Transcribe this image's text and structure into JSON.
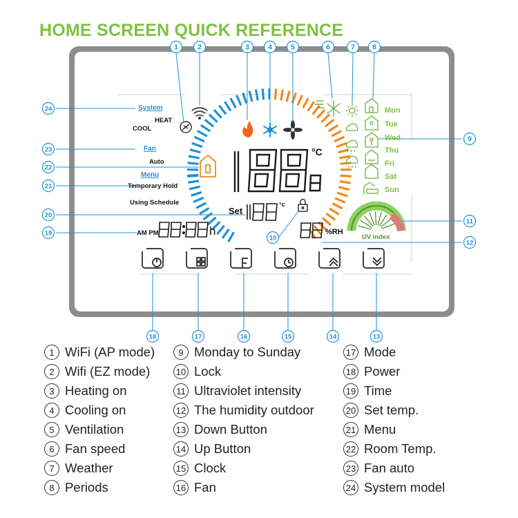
{
  "title": "HOME SCREEN QUICK REFERENCE",
  "accent_green": "#7dc242",
  "callout_blue": "#1e90d8",
  "heat_orange": "#f08a1c",
  "callouts": {
    "c1": "1",
    "c2": "2",
    "c3": "3",
    "c4": "4",
    "c5": "5",
    "c6": "6",
    "c7": "7",
    "c8": "8",
    "c9": "9",
    "c10": "10",
    "c11": "11",
    "c12": "12",
    "c13": "13",
    "c14": "14",
    "c15": "15",
    "c16": "16",
    "c17": "17",
    "c18": "18",
    "c19": "19",
    "c20": "20",
    "c21": "21",
    "c22": "22",
    "c23": "23",
    "c24": "24"
  },
  "screen": {
    "system_label": "System",
    "heat": "HEAT",
    "cool": "COOL",
    "fan_label": "Fan",
    "auto": "Auto",
    "menu_label": "Menu",
    "temporary_hold": "Temporary Hold",
    "using_schedule": "Using Schedule",
    "am_pm": "AM PM",
    "time_digits": "88:88",
    "time_unit": "h",
    "main_digits": "188",
    "decimal_digit": ".8",
    "celsius": "°C",
    "set_label": "Set",
    "set_digits": "188",
    "set_unit": "°c",
    "humidity_digits": "88",
    "humidity_unit": "%RH",
    "uv_label": "UV index",
    "days": [
      "Mon",
      "Tue",
      "Wed",
      "Thu",
      "Fri",
      "Sat",
      "Sun"
    ]
  },
  "legend": [
    {
      "num": "1",
      "label": "WiFi (AP mode)"
    },
    {
      "num": "2",
      "label": "Wifi (EZ mode)"
    },
    {
      "num": "3",
      "label": "Heating on"
    },
    {
      "num": "4",
      "label": "Cooling on"
    },
    {
      "num": "5",
      "label": "Ventilation"
    },
    {
      "num": "6",
      "label": "Fan speed"
    },
    {
      "num": "7",
      "label": "Weather"
    },
    {
      "num": "8",
      "label": "Periods"
    },
    {
      "num": "9",
      "label": "Monday to Sunday"
    },
    {
      "num": "10",
      "label": "Lock"
    },
    {
      "num": "11",
      "label": "Ultraviolet intensity"
    },
    {
      "num": "12",
      "label": "The humidity outdoor"
    },
    {
      "num": "13",
      "label": "Down Button"
    },
    {
      "num": "14",
      "label": "Up Button"
    },
    {
      "num": "15",
      "label": "Clock"
    },
    {
      "num": "16",
      "label": "Fan"
    },
    {
      "num": "17",
      "label": "Mode"
    },
    {
      "num": "18",
      "label": "Power"
    },
    {
      "num": "19",
      "label": "Time"
    },
    {
      "num": "20",
      "label": "Set temp."
    },
    {
      "num": "21",
      "label": "Menu"
    },
    {
      "num": "22",
      "label": "Room Temp."
    },
    {
      "num": "23",
      "label": "Fan auto"
    },
    {
      "num": "24",
      "label": "System model"
    }
  ]
}
